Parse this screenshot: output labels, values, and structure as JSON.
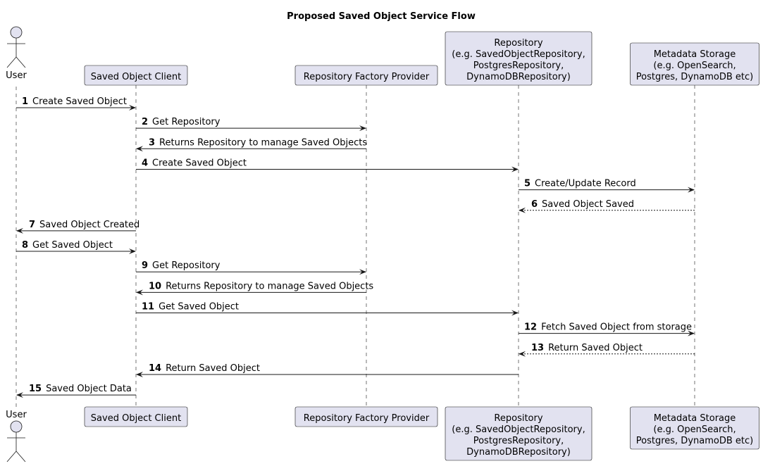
{
  "title": "Proposed Saved Object Service Flow",
  "participants": [
    {
      "id": "user",
      "kind": "actor",
      "lines": [
        "User"
      ]
    },
    {
      "id": "client",
      "kind": "box",
      "lines": [
        "Saved Object Client"
      ]
    },
    {
      "id": "factory",
      "kind": "box",
      "lines": [
        "Repository Factory Provider"
      ]
    },
    {
      "id": "repo",
      "kind": "box",
      "lines": [
        "Repository",
        "(e.g. SavedObjectRepository,",
        "PostgresRepository,",
        "DynamoDBRepository)"
      ]
    },
    {
      "id": "storage",
      "kind": "box",
      "lines": [
        "Metadata Storage",
        "(e.g. OpenSearch,",
        "Postgres, DynamoDB etc)"
      ]
    }
  ],
  "messages": [
    {
      "num": "1",
      "text": "Create Saved Object",
      "from": "user",
      "to": "client",
      "style": "solid"
    },
    {
      "num": "2",
      "text": "Get Repository",
      "from": "client",
      "to": "factory",
      "style": "solid"
    },
    {
      "num": "3",
      "text": "Returns Repository to manage Saved Objects",
      "from": "factory",
      "to": "client",
      "style": "solid"
    },
    {
      "num": "4",
      "text": "Create Saved Object",
      "from": "client",
      "to": "repo",
      "style": "solid"
    },
    {
      "num": "5",
      "text": "Create/Update Record",
      "from": "repo",
      "to": "storage",
      "style": "solid"
    },
    {
      "num": "6",
      "text": "Saved Object Saved",
      "from": "storage",
      "to": "repo",
      "style": "dashed"
    },
    {
      "num": "7",
      "text": "Saved Object Created",
      "from": "client",
      "to": "user",
      "style": "solid"
    },
    {
      "num": "8",
      "text": "Get Saved Object",
      "from": "user",
      "to": "client",
      "style": "solid"
    },
    {
      "num": "9",
      "text": "Get Repository",
      "from": "client",
      "to": "factory",
      "style": "solid"
    },
    {
      "num": "10",
      "text": "Returns Repository to manage Saved Objects",
      "from": "factory",
      "to": "client",
      "style": "solid"
    },
    {
      "num": "11",
      "text": "Get Saved Object",
      "from": "client",
      "to": "repo",
      "style": "solid"
    },
    {
      "num": "12",
      "text": "Fetch Saved Object from storage",
      "from": "repo",
      "to": "storage",
      "style": "solid"
    },
    {
      "num": "13",
      "text": "Return Saved Object",
      "from": "storage",
      "to": "repo",
      "style": "dashed"
    },
    {
      "num": "14",
      "text": "Return Saved Object",
      "from": "repo",
      "to": "client",
      "style": "solid"
    },
    {
      "num": "15",
      "text": "Saved Object Data",
      "from": "client",
      "to": "user",
      "style": "solid"
    }
  ],
  "colors": {
    "participant_fill": "#e2e2f0",
    "stroke": "#181818",
    "background": "#ffffff"
  }
}
